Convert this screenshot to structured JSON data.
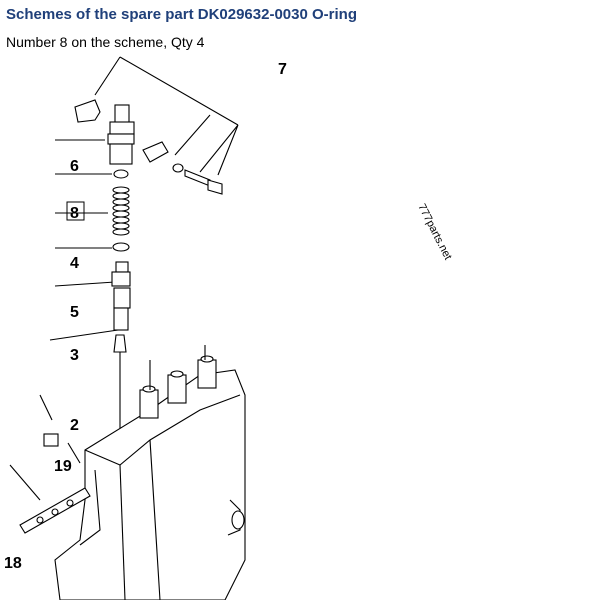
{
  "header": {
    "title": "Schemes of the spare part DK029632-0030 O-ring",
    "subtitle": "Number 8 on the scheme, Qty 4"
  },
  "scheme": {
    "callouts": [
      {
        "id": "7",
        "label": "7"
      },
      {
        "id": "6",
        "label": "6"
      },
      {
        "id": "8",
        "label": "8",
        "highlighted": true
      },
      {
        "id": "4",
        "label": "4"
      },
      {
        "id": "5",
        "label": "5"
      },
      {
        "id": "3",
        "label": "3"
      },
      {
        "id": "2",
        "label": "2"
      },
      {
        "id": "19",
        "label": "19"
      },
      {
        "id": "18",
        "label": "18"
      }
    ],
    "watermark": "777parts.net"
  }
}
